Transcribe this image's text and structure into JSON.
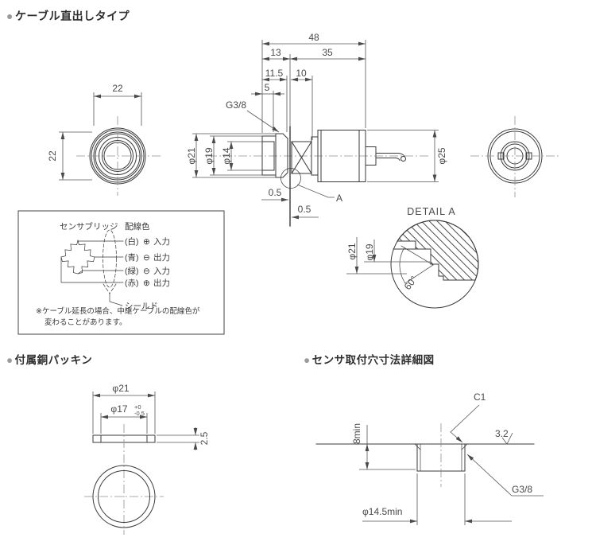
{
  "sections": {
    "cable_type": {
      "bullet": "●",
      "title": "ケーブル直出しタイプ"
    },
    "packing": {
      "bullet": "●",
      "title": "付属銅パッキン"
    },
    "mounting": {
      "bullet": "●",
      "title": "センサ取付穴寸法詳細図"
    }
  },
  "front_view": {
    "dim_width": "22",
    "dim_height": "22"
  },
  "side_view": {
    "dim_overall": "48",
    "dim_front": "13",
    "dim_rear": "35",
    "dim_thread_len": "11.5",
    "dim_neck": "10",
    "dim_flat": "5",
    "thread_label": "G3/8",
    "dia_hex": "φ21",
    "dia_thread": "φ19",
    "dia_bore": "φ14",
    "dia_body": "φ25",
    "dim_gap_front": "0.5",
    "dim_gap_rear": "0.5",
    "detail_ref": "A"
  },
  "detail_a": {
    "title": "DETAIL A",
    "dia_outer": "φ21",
    "dia_inner": "φ19",
    "angle": "60°"
  },
  "wiring": {
    "bridge_label": "センサブリッジ",
    "header": "配線色",
    "rows": [
      {
        "color": "(白)",
        "symbol": "⊕",
        "signal": "入力"
      },
      {
        "color": "(青)",
        "symbol": "⊖",
        "signal": "出力"
      },
      {
        "color": "(緑)",
        "symbol": "⊖",
        "signal": "入力"
      },
      {
        "color": "(赤)",
        "symbol": "⊕",
        "signal": "出力"
      }
    ],
    "shield_label": "シールド",
    "note_line1": "※ケーブル延長の場合、中継ケーブルの配線色が",
    "note_line2": "変わることがあります。"
  },
  "packing_view": {
    "dia_outer": "φ21",
    "dia_inner": "φ17",
    "tol_plus": "+0",
    "tol_minus": "-0.5",
    "thickness": "2.5"
  },
  "mounting_view": {
    "chamfer": "C1",
    "depth": "8min",
    "roughness": "3.2",
    "thread": "G3/8",
    "hole_dia": "φ14.5min"
  }
}
